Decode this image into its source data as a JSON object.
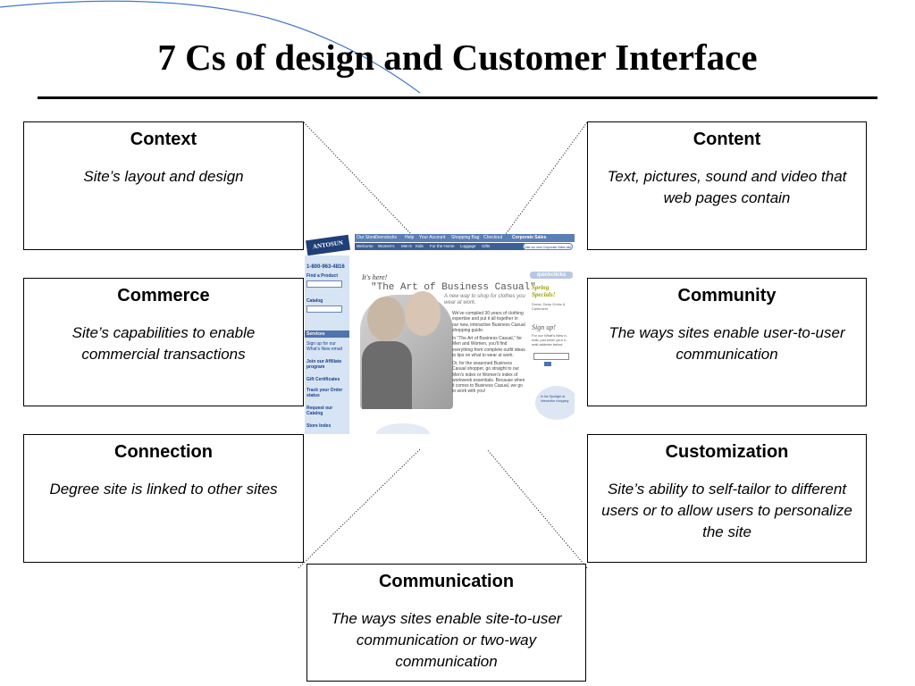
{
  "slide": {
    "title": "7 Cs of design and Customer Interface"
  },
  "boxes": {
    "context": {
      "title": "Context",
      "text": "Site’s layout and design"
    },
    "content": {
      "title": "Content",
      "text": "Text, pictures, sound and video that web pages contain"
    },
    "commerce": {
      "title": "Commerce",
      "text": "Site’s capabilities to enable commercial transactions"
    },
    "community": {
      "title": "Community",
      "text": "The ways sites enable user-to-user communication"
    },
    "connection": {
      "title": "Connection",
      "text": "Degree site is linked to other sites"
    },
    "customization": {
      "title": "Customization",
      "text": "Site’s ability to self-tailor to different users or to allow users to personalize the site"
    },
    "communication": {
      "title": "Communication",
      "text": "The ways sites enable site-to-user communication or two-way communication"
    }
  },
  "screenshot": {
    "logo": "ANTOSUN",
    "top_nav": [
      "Our Store",
      "Overstocks",
      "Help",
      "Your Account",
      "Shopping Bag",
      "Checkout",
      "Corporate Sales"
    ],
    "sub_nav": [
      "Welcome",
      "Women's",
      "Men's",
      "Kids",
      "For the Home",
      "Luggage",
      "Gifts"
    ],
    "corporate_note": "Visit our new Corporate Sales site",
    "phone": "1-800-963-4816",
    "find_product": "Find a Product",
    "catalog": "Catalog",
    "services": "Services",
    "sidebar_links": [
      "Sign up for our What's New email",
      "Join our Affiliate program",
      "Gift Certificates",
      "Track your Order status",
      "Request our Catalog",
      "Store Index"
    ],
    "hero_intro": "It's here!",
    "hero_title": "\"The Art of Business Casual\"",
    "hero_sub": "A new way to shop for clothes you wear at work.",
    "copy_paragraphs": [
      "We've compiled 30 years of clothing expertise and put it all together in our new, interactive Business Casual shopping guide.",
      "In \"The Art of Business Casual,\" for Men and Women, you'll find everything from complete outfit ideas to tips on what to wear at work.",
      "Or, for the seasoned Business Casual shopper, go straight to our Men's index or Women's index of workweek essentials. Because when it comes to Business Casual, we go to work with you!"
    ],
    "quickclicks": "quickclicks",
    "spring_promo": "Spring Specials!",
    "spring_sub": "Dress, Deep Dreks & Cashmere",
    "signup_title": "Sign up!",
    "signup_text": "For our What's New e-mail, just enter your e-mail address below.",
    "spotlight_text": "In the Spotlight at Interactive shopping"
  }
}
